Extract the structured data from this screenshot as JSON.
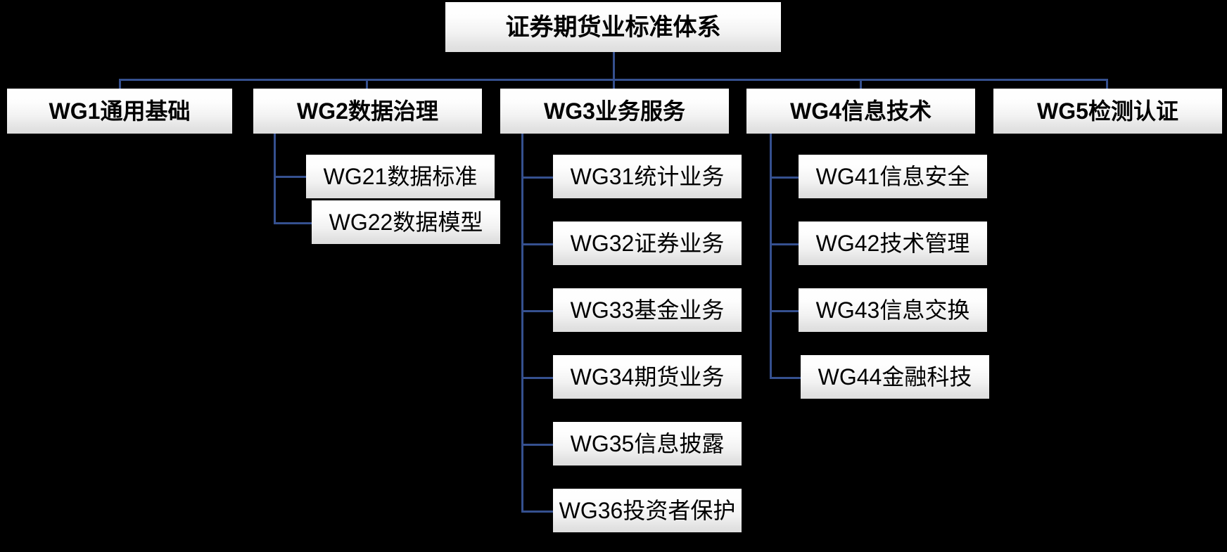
{
  "diagram": {
    "title": "证券期货业标准体系",
    "theme": {
      "background": "#000000",
      "line_color": "#35508F",
      "box_fill_top": "#ffffff",
      "box_fill_bottom": "#dedede",
      "text_color": "#000000"
    },
    "root": {
      "label": "证券期货业标准体系"
    },
    "working_groups": [
      {
        "label": "WG1通用基础",
        "children": []
      },
      {
        "label": "WG2数据治理",
        "children": [
          {
            "label": "WG21数据标准"
          },
          {
            "label": "WG22数据模型"
          }
        ]
      },
      {
        "label": "WG3业务服务",
        "children": [
          {
            "label": "WG31统计业务"
          },
          {
            "label": "WG32证券业务"
          },
          {
            "label": "WG33基金业务"
          },
          {
            "label": "WG34期货业务"
          },
          {
            "label": "WG35信息披露"
          },
          {
            "label": "WG36投资者保护"
          }
        ]
      },
      {
        "label": "WG4信息技术",
        "children": [
          {
            "label": "WG41信息安全"
          },
          {
            "label": "WG42技术管理"
          },
          {
            "label": "WG43信息交换"
          },
          {
            "label": "WG44金融科技"
          }
        ]
      },
      {
        "label": "WG5检测认证",
        "children": []
      }
    ]
  }
}
